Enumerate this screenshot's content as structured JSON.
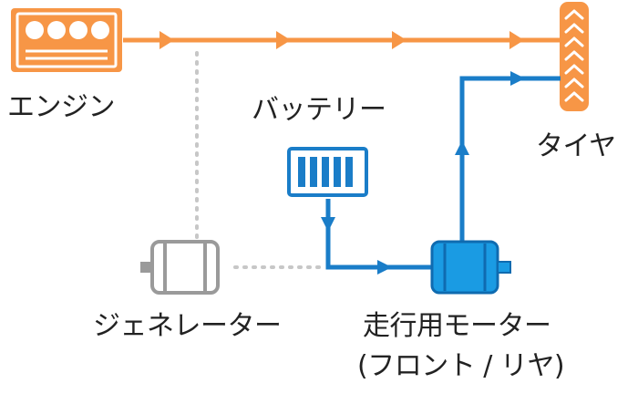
{
  "colors": {
    "engine_path": "#F79646",
    "electric_path": "#1A7DC8",
    "generator": "#9A9A9A",
    "dotted_link": "#C7C7C7",
    "text": "#222222"
  },
  "labels": {
    "engine": "エンジン",
    "battery": "バッテリー",
    "tire": "タイヤ",
    "generator": "ジェネレーター",
    "motor_line1": "走行用モーター",
    "motor_line2": "(フロント / リヤ)"
  },
  "icons": {
    "engine": "engine-icon",
    "battery": "battery-icon",
    "tire": "tire-icon",
    "generator": "generator-icon",
    "motor": "motor-icon"
  }
}
